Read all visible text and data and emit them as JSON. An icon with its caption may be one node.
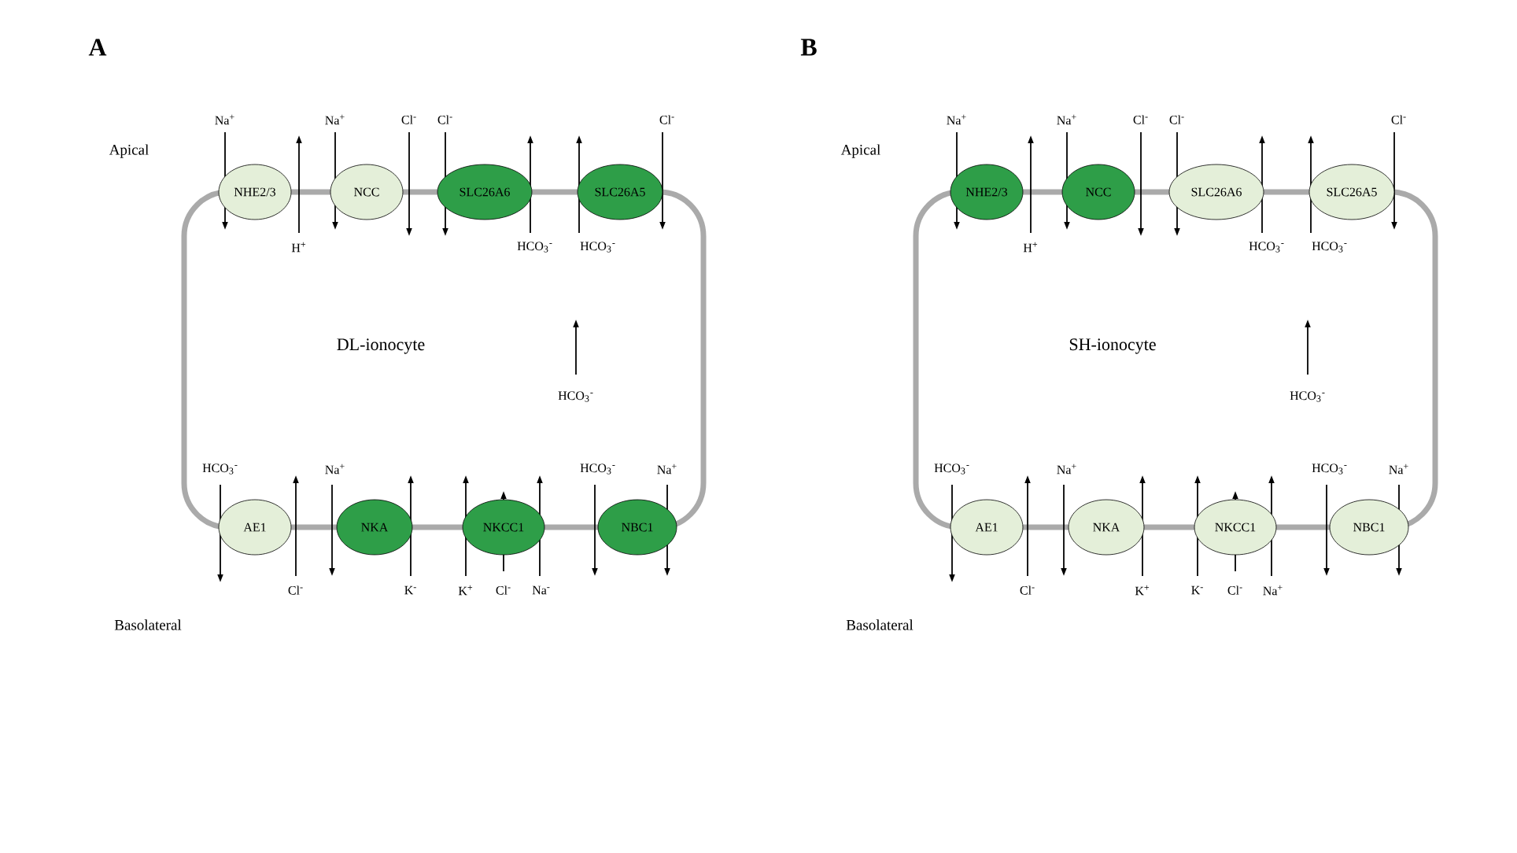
{
  "diagram": {
    "nodes": [
      {
        "text": [
          "DL-ionocyte"
        ]
      },
      {
        "text": [
          "NHE2/3"
        ]
      },
      {
        "text": [
          "NCC"
        ]
      },
      {
        "text": [
          "SLC26A6"
        ]
      },
      {
        "text": [
          "SLC26A5"
        ]
      },
      {
        "text": [
          "AE1"
        ]
      },
      {
        "text": [
          "NKA"
        ]
      },
      {
        "text": [
          "NKCC1"
        ]
      },
      {
        "text": [
          "NBC1"
        ]
      },
      {
        "text": [
          "SH-ionocyte"
        ]
      },
      {
        "text": [
          "NHE2/3"
        ]
      },
      {
        "text": [
          "NCC"
        ]
      },
      {
        "text": [
          "SLC26A6"
        ]
      },
      {
        "text": [
          "SLC26A5"
        ]
      },
      {
        "text": [
          "AE1"
        ]
      },
      {
        "text": [
          "NKA"
        ]
      },
      {
        "text": [
          "NKCC1"
        ]
      },
      {
        "text": [
          "NBC1"
        ]
      }
    ],
    "labels": [
      "A",
      "B",
      "Apical",
      "Na$^{+}$",
      "Na$^{+}$",
      "Cl$^{-}$",
      "Cl$^{-}$",
      "Cl$^{-}$",
      "H$^{+}$",
      "HCO$_{3}$$^{-}$",
      "HCO$_{3}$$^{-}$",
      "HCO$_{3}$$^{-}$",
      "HCO$_{3}$$^{-}$",
      "Na$^{+}$",
      "HCO$_{3}$$^{-}$",
      "Na$^{+}$",
      "Cl$^{-}$",
      "K$^{-}$",
      "K$^{+}$",
      "Cl$^{-}$",
      "Na$^{-}$",
      "Basolateral",
      "Apical",
      "Na$^{+}$",
      "Na$^{+}$",
      "Cl$^{-}$",
      "Cl$^{-}$",
      "Cl$^{-}$",
      "H$^{+}$",
      "HCO$_{3}$$^{-}$",
      "HCO$_{3}$$^{-}$",
      "HCO$_{3}$$^{-}$",
      "HCO$_{3}$$^{-}$",
      "Na$^{+}$",
      "HCO$_{3}$$^{-}$",
      "Na$^{+}$",
      "Cl$^{-}$",
      "K$^{+}$",
      "K$^{-}$",
      "Cl$^{-}$",
      "Na$^{+}$",
      "Basolateral"
    ]
  }
}
